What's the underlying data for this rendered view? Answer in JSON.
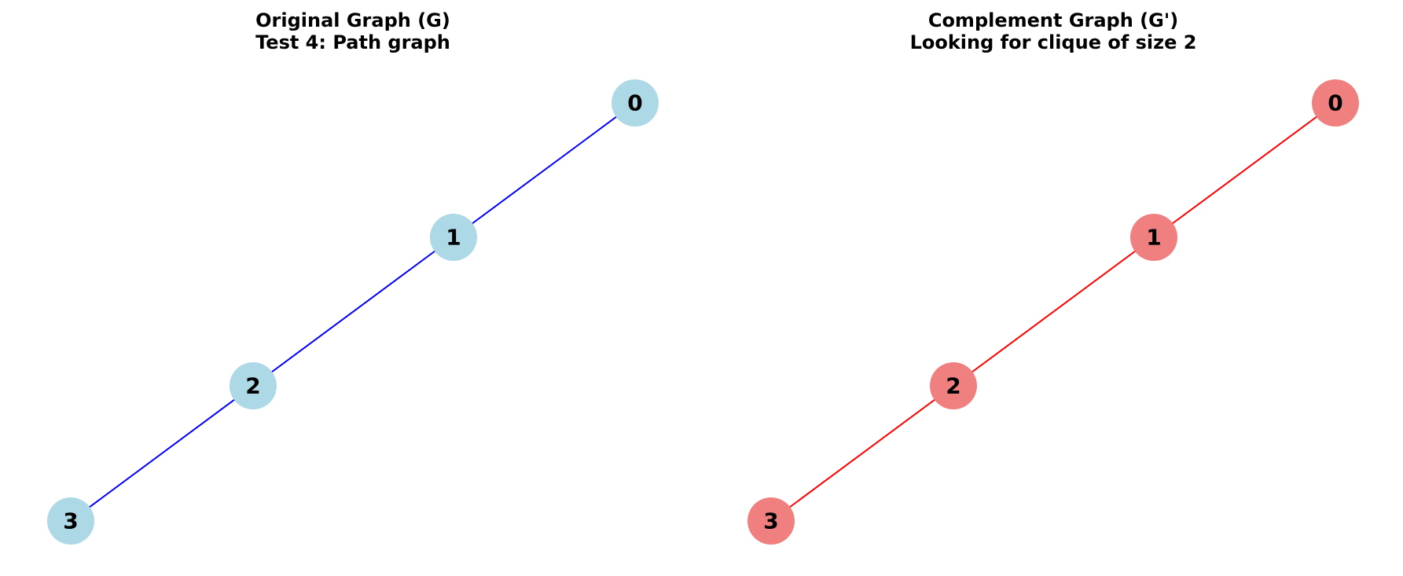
{
  "panels": [
    {
      "title_line1": "Original Graph (G)",
      "title_line2": "Test 4: Path graph",
      "node_color": "#add8e6",
      "edge_color": "#0000ff",
      "nodes": [
        "0",
        "1",
        "2",
        "3"
      ],
      "edges": [
        [
          "0",
          "1"
        ],
        [
          "1",
          "2"
        ],
        [
          "2",
          "3"
        ]
      ]
    },
    {
      "title_line1": "Complement Graph (G')",
      "title_line2": "Looking for clique of size 2",
      "node_color": "#f08080",
      "edge_color": "#ff0000",
      "nodes": [
        "0",
        "1",
        "2",
        "3"
      ],
      "edges": [
        [
          "0",
          "1"
        ],
        [
          "1",
          "2"
        ],
        [
          "2",
          "3"
        ]
      ]
    }
  ]
}
